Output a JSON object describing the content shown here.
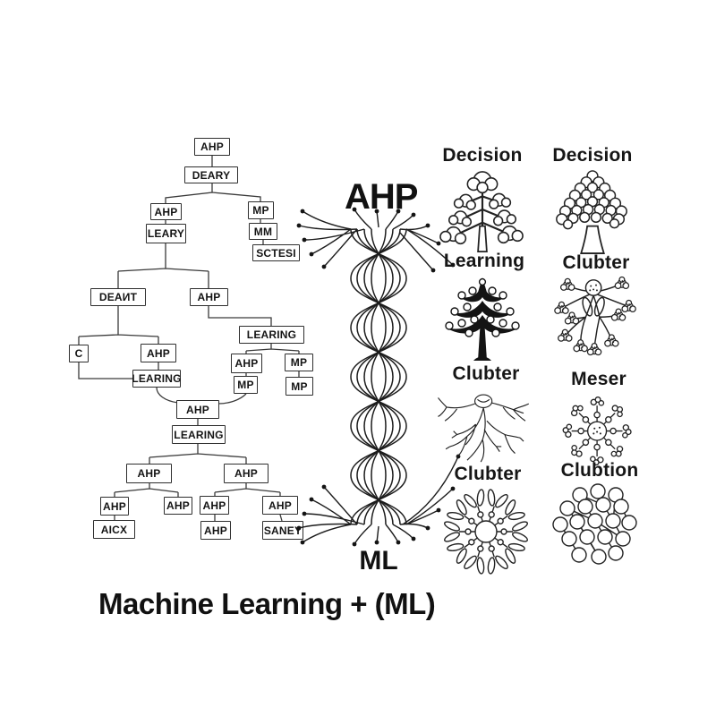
{
  "colors": {
    "background": "#ffffff",
    "ink": "#1c1c1c"
  },
  "tree": {
    "nodes": [
      "AHP",
      "DEARY",
      "AHP",
      "MP",
      "LEARY",
      "MM",
      "SCTESI",
      "DEAИT",
      "AHP",
      "C",
      "AHP",
      "LEARING",
      "LEARING",
      "AHP",
      "MP",
      "MP",
      "MP",
      "AHP",
      "LEARING",
      "AHP",
      "AHP",
      "AHP",
      "AHP",
      "AHP",
      "AHP",
      "AICX",
      "AHP",
      "SANEY"
    ]
  },
  "center": {
    "top_label": "AHP",
    "bottom_label": "ML"
  },
  "right_panel": {
    "items": [
      {
        "label": "Decision",
        "icon": "cloud-tree-illustration"
      },
      {
        "label": "Decision",
        "icon": "bubble-tree-illustration"
      },
      {
        "label": "Learning",
        "icon": "black-pine-tree-illustration"
      },
      {
        "label": "Clubter",
        "icon": "cluster-branch-tree-illustration"
      },
      {
        "label": "Clubter",
        "icon": "neuron-root-illustration"
      },
      {
        "label": "Meser",
        "icon": "radial-snowflake-illustration"
      },
      {
        "label": "Clubter",
        "icon": "flower-burst-illustration"
      },
      {
        "label": "Clubtion",
        "icon": "circle-network-illustration"
      }
    ]
  },
  "footer": {
    "title": "Machine Learning + (ML)"
  }
}
